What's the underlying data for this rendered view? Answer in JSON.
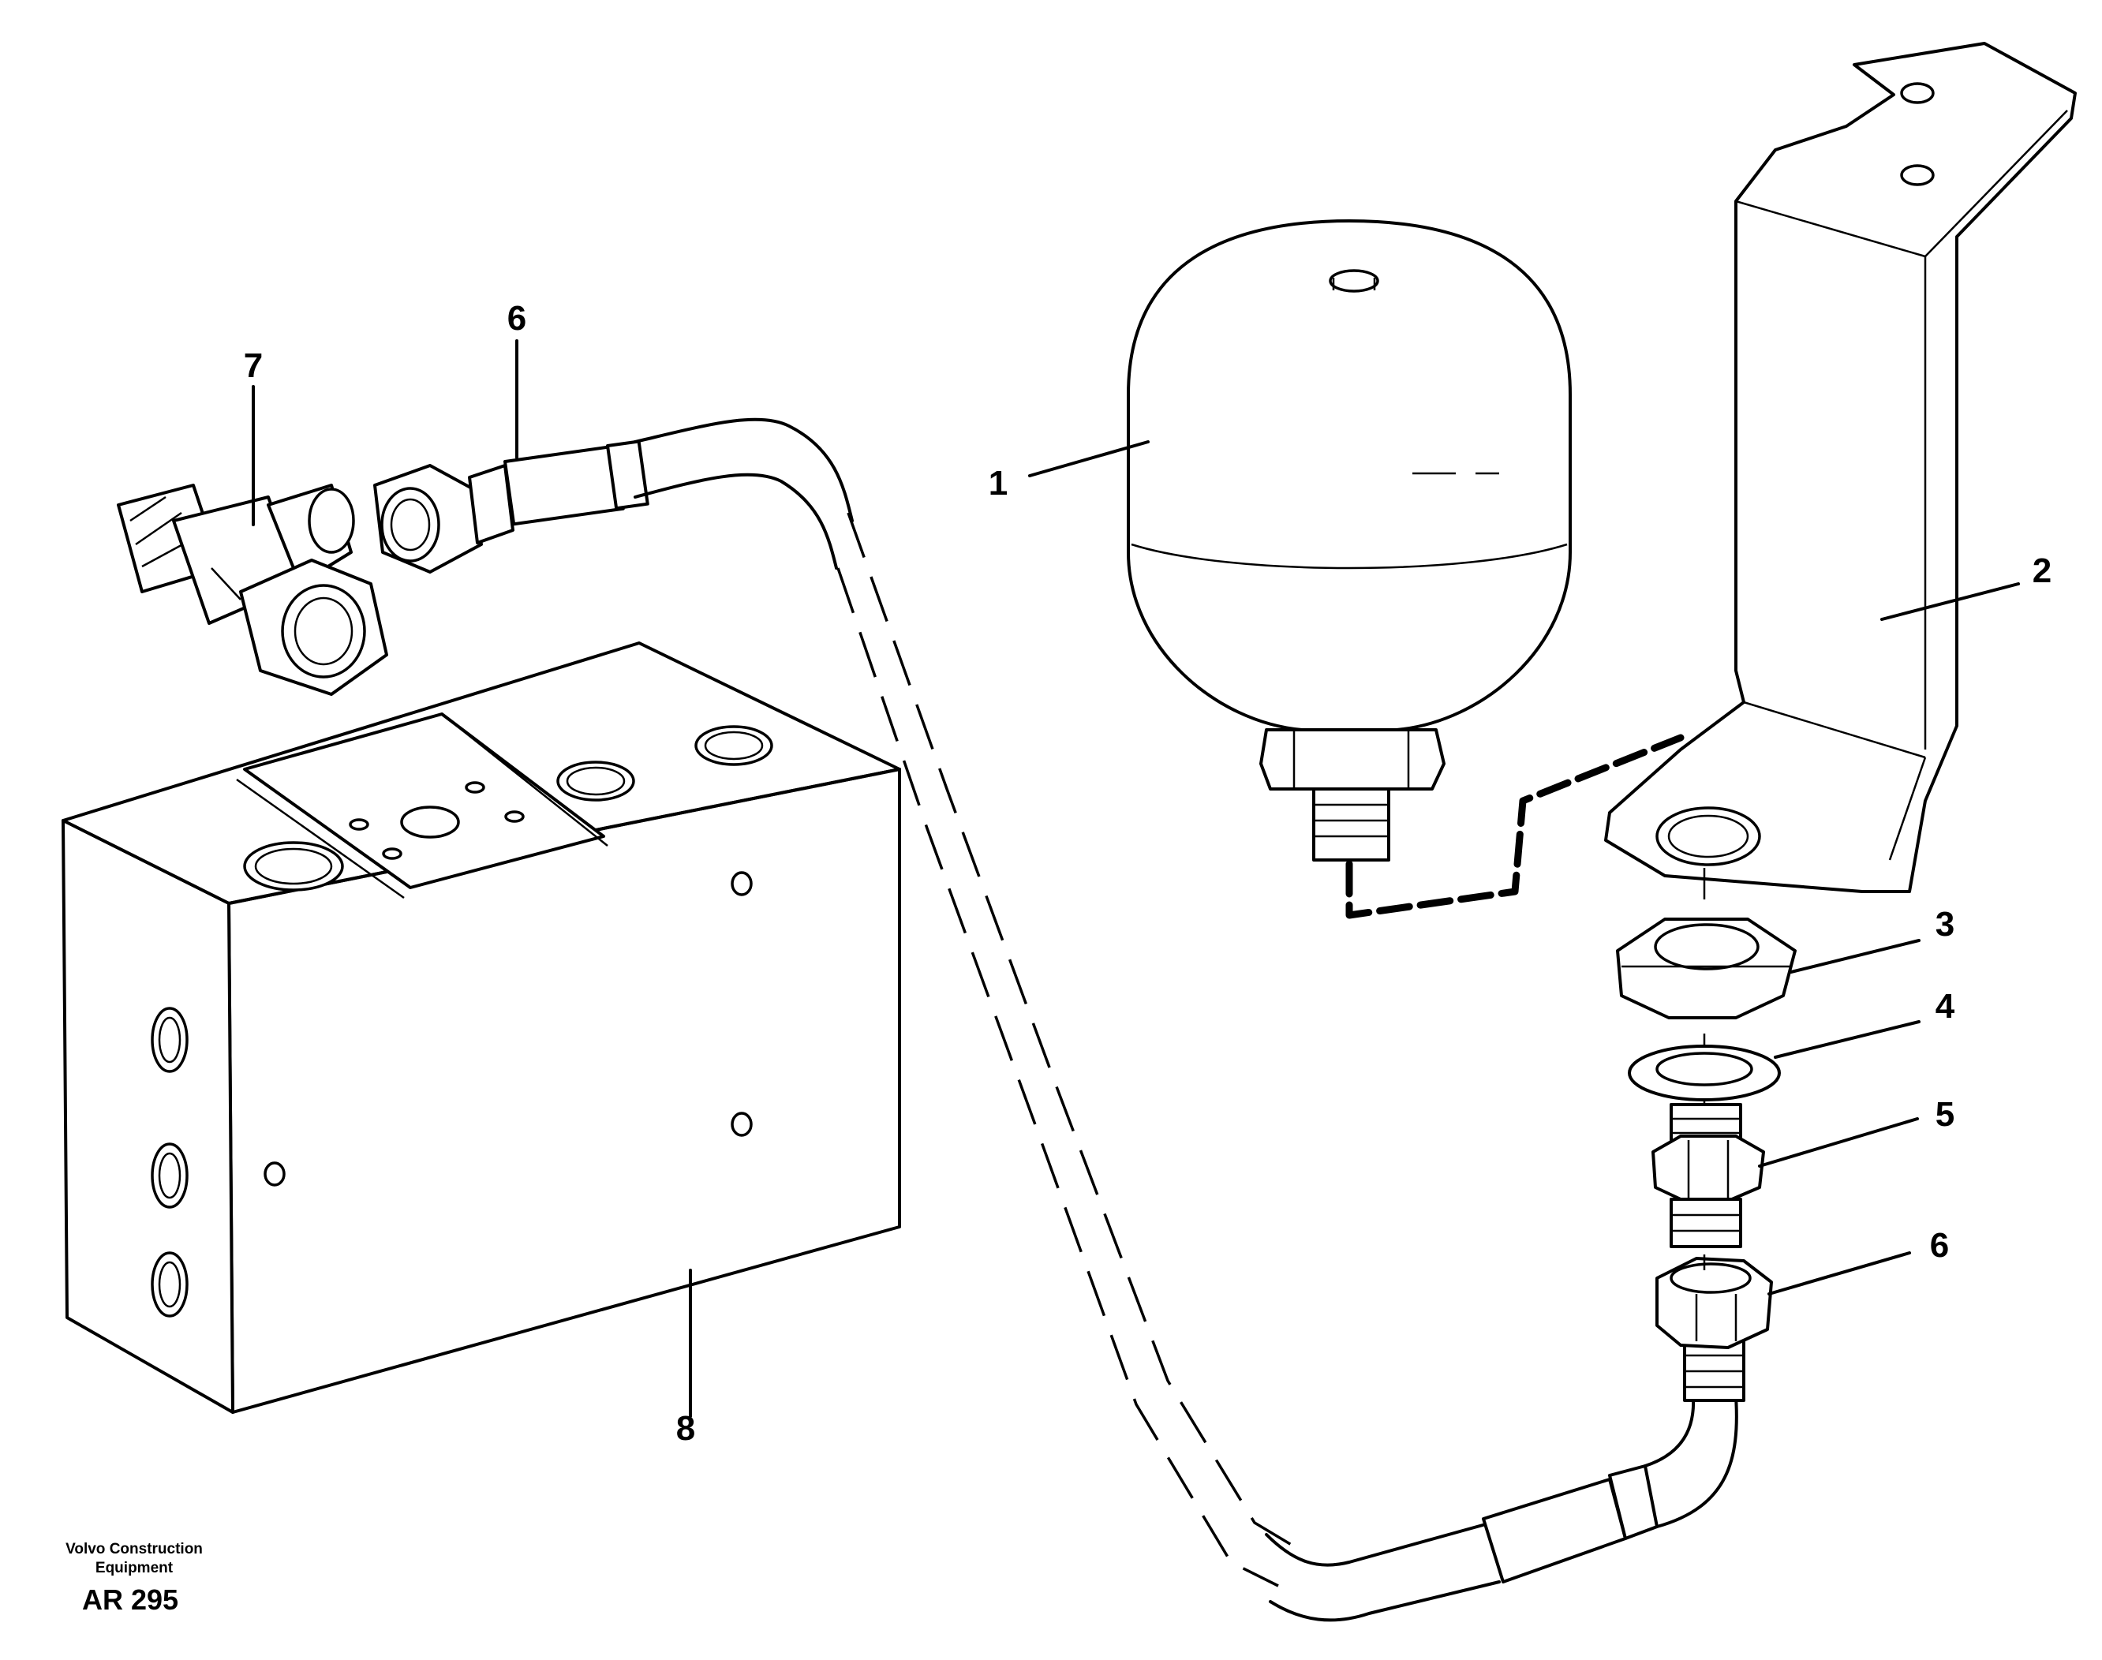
{
  "diagram": {
    "callouts": [
      "1",
      "2",
      "3",
      "4",
      "5",
      "6",
      "7",
      "8",
      "6"
    ],
    "credit_line1": "Volvo Construction",
    "credit_line2": "Equipment",
    "figure_code": "AR 295"
  },
  "parts": {
    "accumulator": "accumulator-icon",
    "bracket": "bracket-icon",
    "nut": "hex-nut-icon",
    "washer": "washer-icon",
    "nipple": "nipple-icon",
    "hose": "hose-icon",
    "elbow_union": "elbow-union-icon",
    "valve_block": "valve-block-icon"
  }
}
